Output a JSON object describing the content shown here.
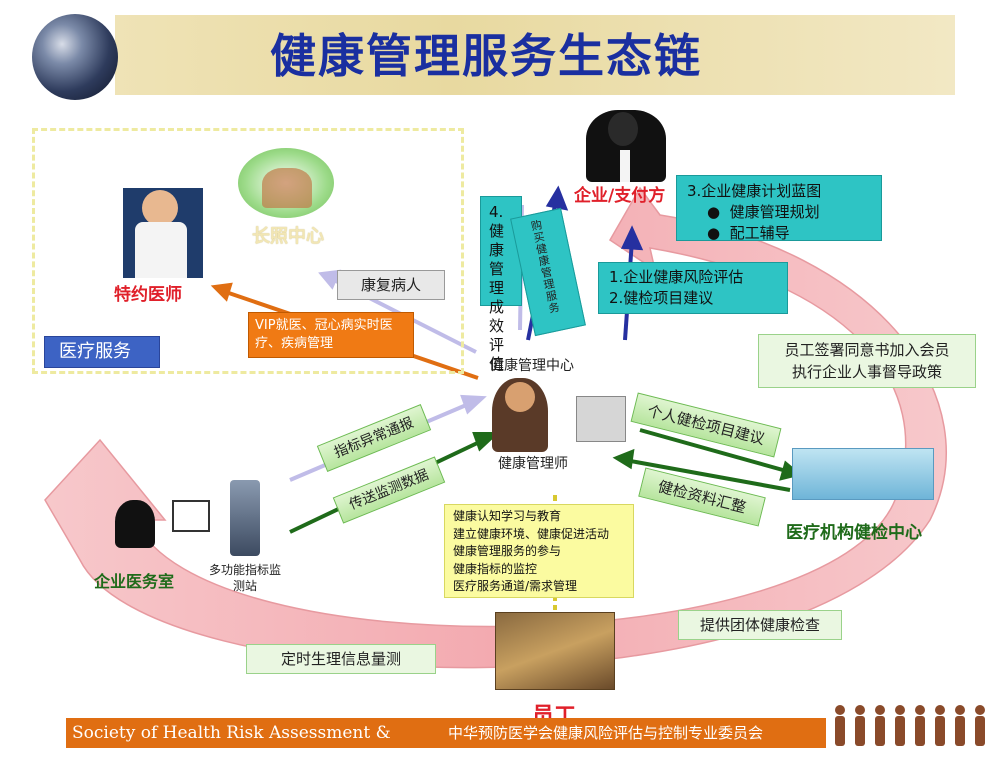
{
  "title": "健康管理服务生态链",
  "nodes": {
    "long_term_care": "长照中心",
    "contracted_doctor": "特约医师",
    "medical_service": "医疗服务",
    "enterprise_payer": "企业/支付方",
    "center": "健康管理中心",
    "manager": "健康管理师",
    "medical_checkup_center": "医疗机构健检中心",
    "enterprise_clinic": "企业医务室",
    "kiosk": "多功能指标监测站",
    "employee": "员工"
  },
  "boxes": {
    "rehab": "康复病人",
    "vip": "VIP就医、冠心病实时医疗、疾病管理",
    "effect_eval": "4.健康管理成效评值",
    "buy_service": "购买健康管理服务",
    "risk_eval": [
      "1.企业健康风险评估",
      "2.健检项目建议"
    ],
    "blueprint_title": "3.企业健康计划蓝图",
    "blueprint_items": [
      "健康管理规划",
      "配工辅导"
    ],
    "member": [
      "员工签署同意书加入会员",
      "执行企业人事督导政策"
    ],
    "personal_checkup": "个人健检项目建议",
    "data_collect": "健检资料汇整",
    "abnormal_report": "指标异常通报",
    "send_data": "传送监测数据",
    "activities": [
      "健康认知学习与教育",
      "建立健康环境、健康促进活动",
      "健康管理服务的参与",
      "健康指标的监控",
      "医疗服务通道/需求管理"
    ],
    "group_checkup": "提供团体健康检查",
    "timed_measure": "定时生理信息量测"
  },
  "footer": {
    "english": "Society of Health Risk Assessment & Control",
    "chinese": "中华预防医学会健康风险评估与控制专业委员会"
  },
  "colors": {
    "title": "#1a2fa0",
    "ring": "#f3b4b8",
    "footer": "#e06e12",
    "cyan": "#2ec4c4",
    "orange": "#f07a14"
  }
}
